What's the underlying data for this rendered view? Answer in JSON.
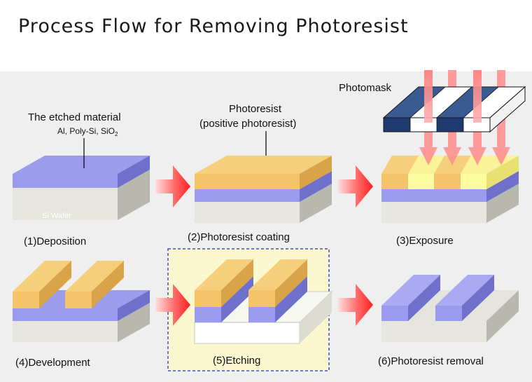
{
  "title": "Process Flow for Removing Photoresist",
  "steps": [
    {
      "label": "(1)Deposition"
    },
    {
      "label": "(2)Photoresist coating"
    },
    {
      "label": "(3)Exposure"
    },
    {
      "label": "(4)Development"
    },
    {
      "label": "(5)Etching"
    },
    {
      "label": "(6)Photoresist removal"
    }
  ],
  "annotations": {
    "etched_material": "The etched material",
    "etched_material_examples": "Al, Poly-Si, SiO",
    "etched_material_subscript": "2",
    "wafer": "Si Wafer",
    "photoresist": "Photoresist",
    "photoresist_type": "(positive photoresist)",
    "photomask": "Photomask"
  },
  "colors": {
    "wafer": "#e4e4dc",
    "etched_material": "#9999ee",
    "photoresist": "#f5c46a",
    "exposed_photoresist": "#fdfca0",
    "photomask": "#34548a",
    "light": "#ff8e8e",
    "flow_arrow": "#ff2a2a",
    "highlight": "#fbf8d0",
    "highlight_border": "#2233bb"
  }
}
